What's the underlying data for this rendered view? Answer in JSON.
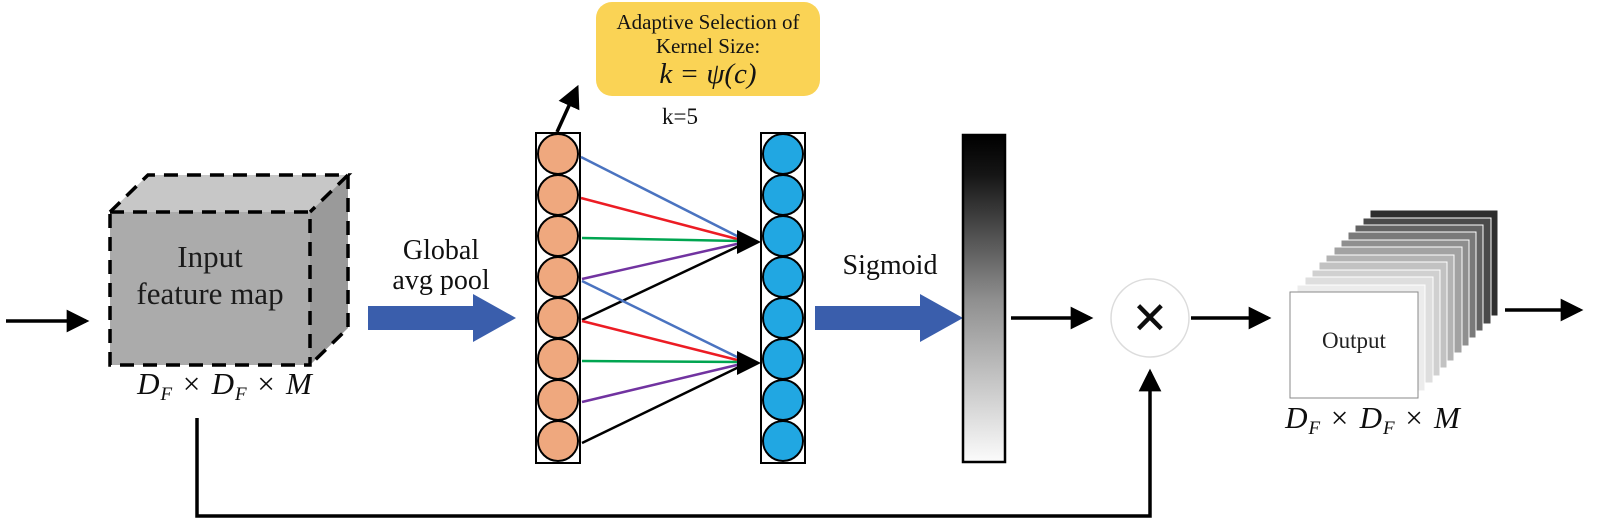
{
  "adaptive_box": {
    "line1": "Adaptive Selection of",
    "line2": "Kernel Size:",
    "formula": "k = ψ(c)"
  },
  "kernel_size_label": "k=5",
  "input_block": {
    "line1": "Input",
    "line2": "feature map"
  },
  "dims_label": {
    "d": "D",
    "sub": "F",
    "times": "×",
    "m": "M"
  },
  "global_pool_label": {
    "line1": "Global",
    "line2": "avg pool"
  },
  "sigmoid_label": "Sigmoid",
  "multiply_symbol": "×",
  "output_block": {
    "label": "Output"
  },
  "channels": {
    "count": 8,
    "kernel_size": 5
  },
  "colors": {
    "box_yellow": "#fad355",
    "node_orange": "#efa87e",
    "node_blue": "#21a7e2",
    "arrow_blue": "#3a5eac",
    "cube_front": "#ababab",
    "cube_top": "#c7c7c7",
    "cube_side": "#9a9a9a",
    "conn_blue": "#4a73c0",
    "conn_red": "#ec1c24",
    "conn_green": "#00a550",
    "conn_purple": "#7133a0",
    "conn_black": "#000000",
    "bar_gradient_top": "#000000",
    "bar_gradient_bottom": "#fbfbfb"
  }
}
